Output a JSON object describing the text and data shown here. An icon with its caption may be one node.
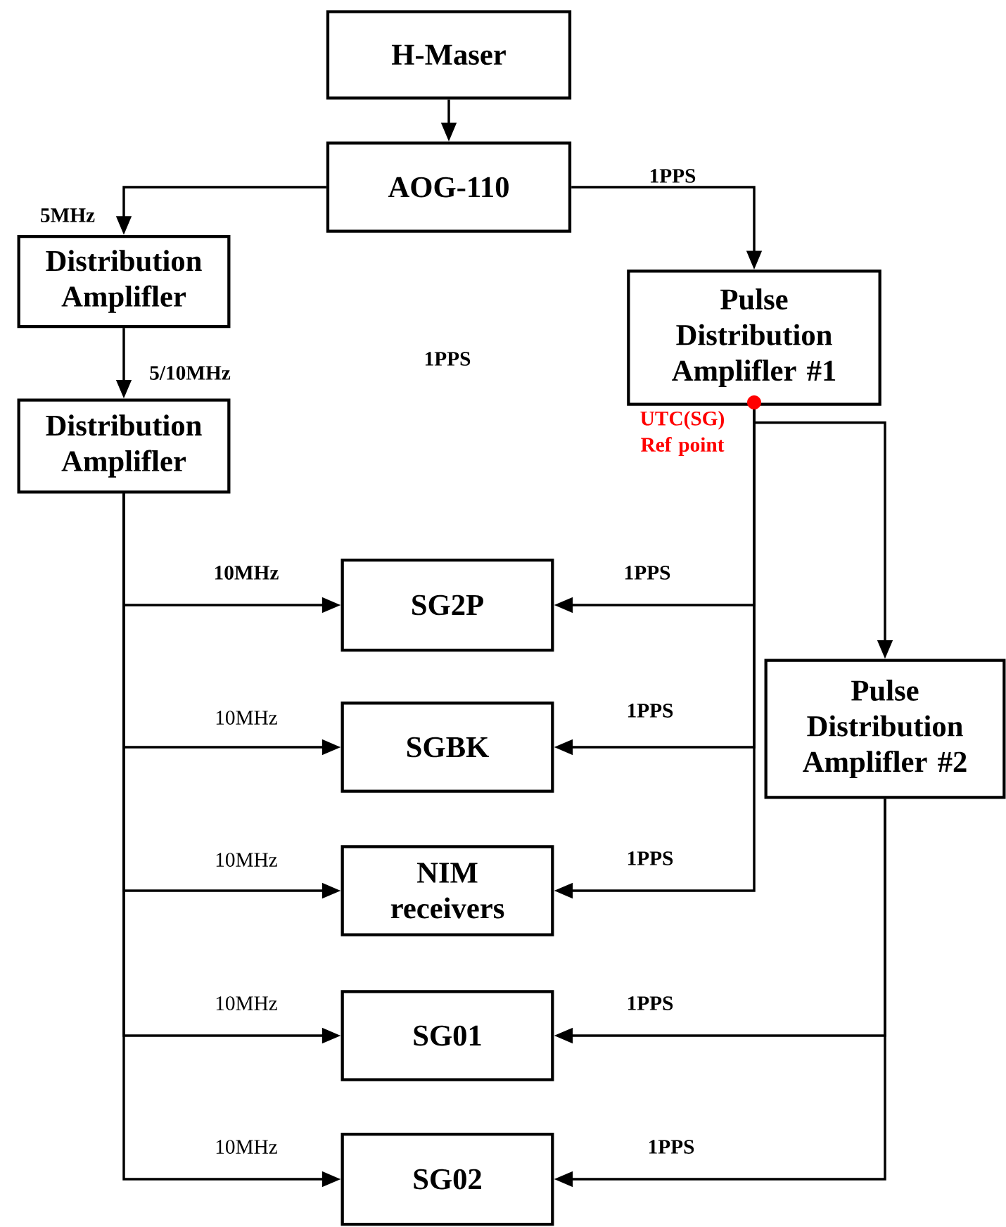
{
  "diagram": {
    "nodes": [
      {
        "text": [
          "H-Maser"
        ]
      },
      {
        "text": [
          "AOG-110"
        ]
      },
      {
        "text": [
          "Distribution Amplifler"
        ]
      },
      {
        "text": [
          "Pulse Distribution Amplifler #1"
        ]
      },
      {
        "text": [
          "Distribution Amplifler"
        ]
      },
      {
        "text": [
          "SG2P"
        ]
      },
      {
        "text": [
          "SGBK"
        ]
      },
      {
        "text": [
          "NIM receivers"
        ]
      },
      {
        "text": [
          "Pulse Distribution Amplifler #2"
        ]
      },
      {
        "text": [
          "SG01"
        ]
      },
      {
        "text": [
          "SG02"
        ]
      }
    ],
    "edges": [
      {
        "from": 0,
        "to": 1,
        "arrow": "to"
      },
      {
        "from": 1,
        "to": 2,
        "arrow": "to",
        "label": "5MHz"
      },
      {
        "from": 1,
        "to": 3,
        "arrow": "to",
        "label": "1PPS"
      },
      {
        "from": 2,
        "to": 4,
        "arrow": "to",
        "label": "5/10MHz"
      },
      {
        "from": 4,
        "to": 5,
        "arrow": "to",
        "label": "10MHz"
      },
      {
        "from": 4,
        "to": 6,
        "arrow": "to",
        "label": "10MHz"
      },
      {
        "from": 4,
        "to": 7,
        "arrow": "to",
        "label": "10MHz"
      },
      {
        "from": 4,
        "to": 9,
        "arrow": "to",
        "label": "10MHz"
      },
      {
        "from": 4,
        "to": 10,
        "arrow": "to",
        "label": "10MHz"
      },
      {
        "from": 3,
        "to": 5,
        "arrow": "to",
        "label": "1PPS"
      },
      {
        "from": 3,
        "to": 6,
        "arrow": "to",
        "label": "1PPS"
      },
      {
        "from": 3,
        "to": 7,
        "arrow": "to",
        "label": "1PPS"
      },
      {
        "from": 3,
        "to": 8,
        "arrow": "to"
      },
      {
        "from": 8,
        "to": 9,
        "arrow": "to",
        "label": "1PPS"
      },
      {
        "from": 8,
        "to": 10,
        "arrow": "to",
        "label": "1PPS"
      }
    ],
    "labels": [
      "1PPS",
      "UTC(SG) Ref point"
    ]
  }
}
